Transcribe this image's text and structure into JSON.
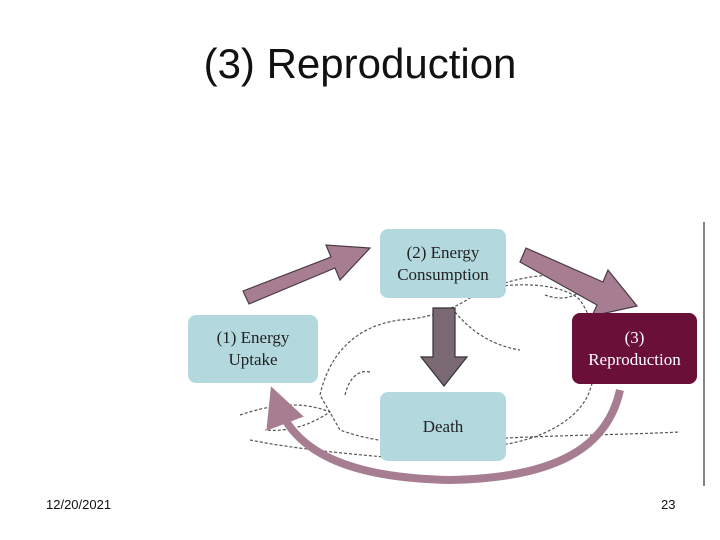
{
  "slide": {
    "title": "(3) Reproduction",
    "date": "12/20/2021",
    "page_number": "23"
  },
  "diagram": {
    "nodes": {
      "energy_uptake": "(1) Energy\nUptake",
      "energy_consumption": "(2) Energy\nConsumption",
      "reproduction": "(3)\nReproduction",
      "death": "Death"
    },
    "colors": {
      "light_box": "#b3d9de",
      "highlight_box": "#6a0f38",
      "arrow": "#a77d92"
    }
  }
}
